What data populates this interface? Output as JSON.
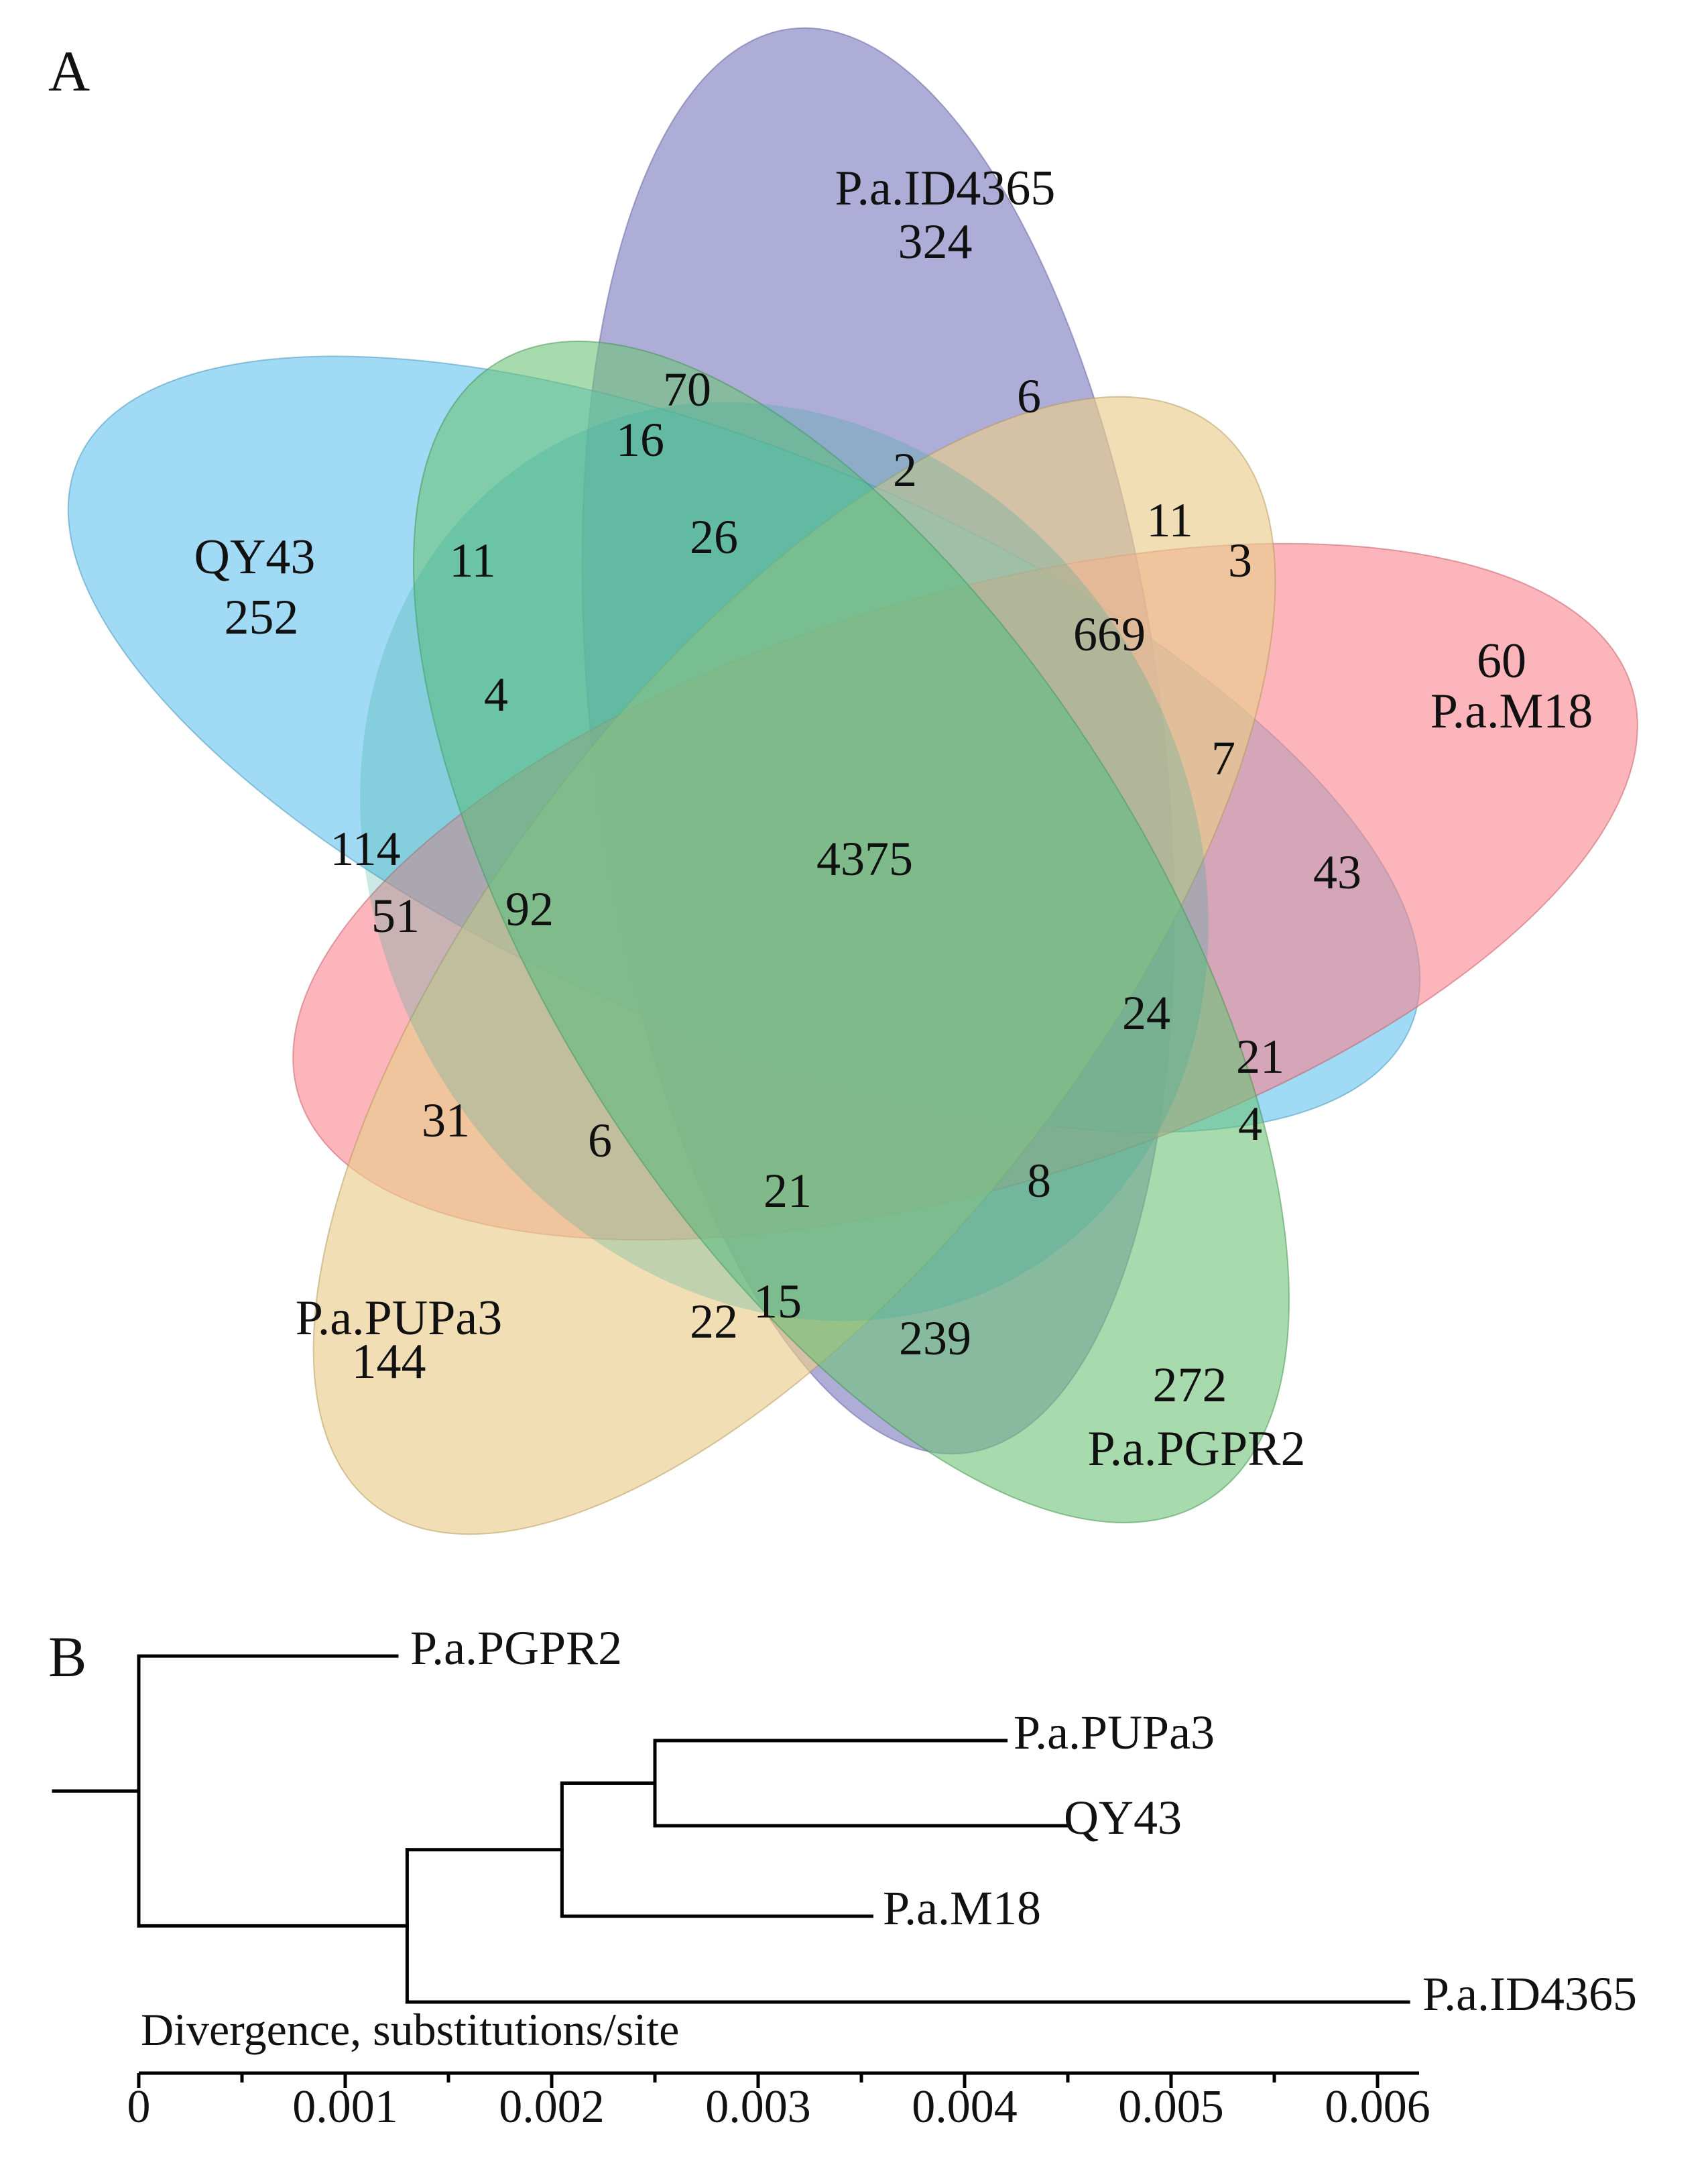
{
  "panel_a": {
    "label": "A",
    "sets": [
      {
        "name": "P.a.ID4365",
        "unique": "324",
        "color": "#8c8ac6"
      },
      {
        "name": "QY43",
        "unique": "252",
        "color": "#62c2ee"
      },
      {
        "name": "P.a.M18",
        "unique": "60",
        "color": "#f8838e"
      },
      {
        "name": "P.a.PUPa3",
        "unique": "144",
        "color": "#e9cc8c"
      },
      {
        "name": "P.a.PGPR2",
        "unique": "272",
        "color": "#6dc378"
      }
    ],
    "overlap_color": "#2faa9a",
    "region_counts": [
      "70",
      "6",
      "16",
      "2",
      "26",
      "11",
      "11",
      "3",
      "669",
      "4",
      "7",
      "114",
      "4375",
      "43",
      "51",
      "92",
      "24",
      "21",
      "4",
      "31",
      "6",
      "21",
      "8",
      "15",
      "22",
      "239"
    ]
  },
  "panel_b": {
    "label": "B",
    "tips": [
      "P.a.PGPR2",
      "P.a.PUPa3",
      "QY43",
      "P.a.M18",
      "P.a.ID4365"
    ],
    "axis_title": "Divergence, substitutions/site",
    "ticks": [
      "0",
      "0.001",
      "0.002",
      "0.003",
      "0.004",
      "0.005",
      "0.006"
    ],
    "tree": {
      "root_node": 0.0,
      "nodes": {
        "pgpr2_tip": 0.00125,
        "inner_a": 0.0013,
        "inner_b": 0.00205,
        "inner_c": 0.0025
      },
      "tips": {
        "P.a.PGPR2": 0.00125,
        "P.a.PUPa3": 0.0042,
        "QY43": 0.0045,
        "P.a.M18": 0.00355,
        "P.a.ID4365": 0.00615
      }
    },
    "axis_range": [
      0,
      0.0062
    ]
  }
}
